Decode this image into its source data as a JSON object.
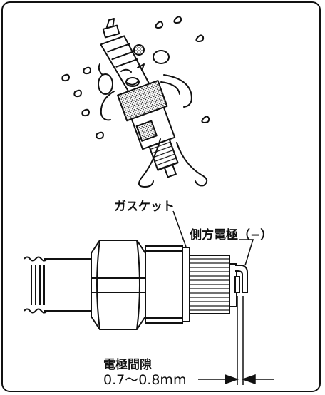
{
  "labels": {
    "gasket": "ガスケット",
    "side_electrode": "側方電極（−）",
    "gap_title": "電極間隙",
    "gap_range": "0.7〜0.8mm"
  },
  "icons": [
    "spark-plug-character-icon",
    "sweat-drop-icon",
    "spark-plug-icon",
    "gap-arrow-icon"
  ],
  "colors": {
    "line": "#111111",
    "background": "#ffffff"
  }
}
